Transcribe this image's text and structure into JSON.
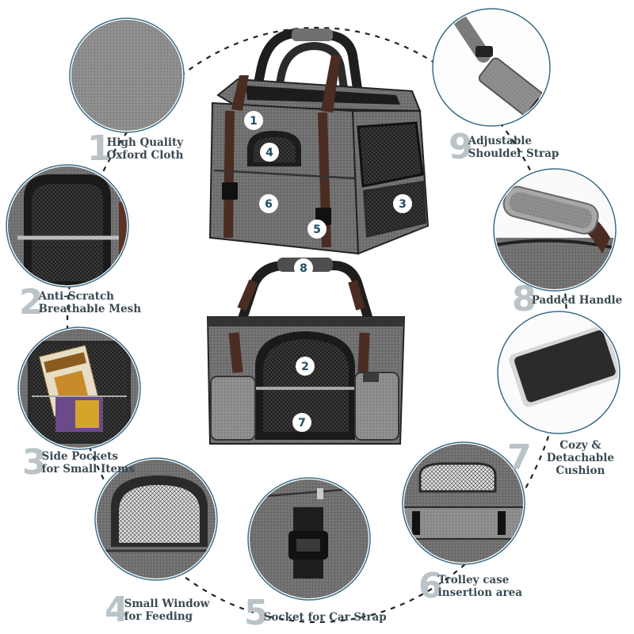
{
  "title": "",
  "colors": {
    "accent": "#1f4e63",
    "badge": "#ffffff",
    "dashed_ring": "#222222",
    "label_text": "#3a4a52",
    "large_number": "#b9c3c8",
    "fabric": "#6e6e6e",
    "leather": "#4a2c22"
  },
  "features": [
    {
      "num": "1",
      "line1": "High Quality",
      "line2": "Oxford Cloth",
      "icon": "fabric-swatch"
    },
    {
      "num": "2",
      "line1": "Anti-Scratch",
      "line2": "Breathable Mesh",
      "icon": "mesh-panel"
    },
    {
      "num": "3",
      "line1": "Side Pockets",
      "line2": "for Small Items",
      "icon": "side-pocket"
    },
    {
      "num": "4",
      "line1": "Small Window",
      "line2": "for Feeding",
      "icon": "feeding-window"
    },
    {
      "num": "5",
      "line1": "Socket for Car Strap",
      "line2": "",
      "icon": "buckle-socket"
    },
    {
      "num": "6",
      "line1": "Trolley case",
      "line2": "insertion area",
      "icon": "trolley-sleeve"
    },
    {
      "num": "7",
      "line1": "Cozy & Detachable",
      "line2": "Cushion",
      "icon": "cushion-pad"
    },
    {
      "num": "8",
      "line1": "Padded Handle",
      "line2": "",
      "icon": "padded-handle"
    },
    {
      "num": "9",
      "line1": "Adjustable",
      "line2": "Shoulder Strap",
      "icon": "shoulder-strap"
    }
  ],
  "product_badges": {
    "top_view": [
      "1",
      "4",
      "6",
      "5",
      "3"
    ],
    "front_view": [
      "8",
      "2",
      "7"
    ]
  }
}
